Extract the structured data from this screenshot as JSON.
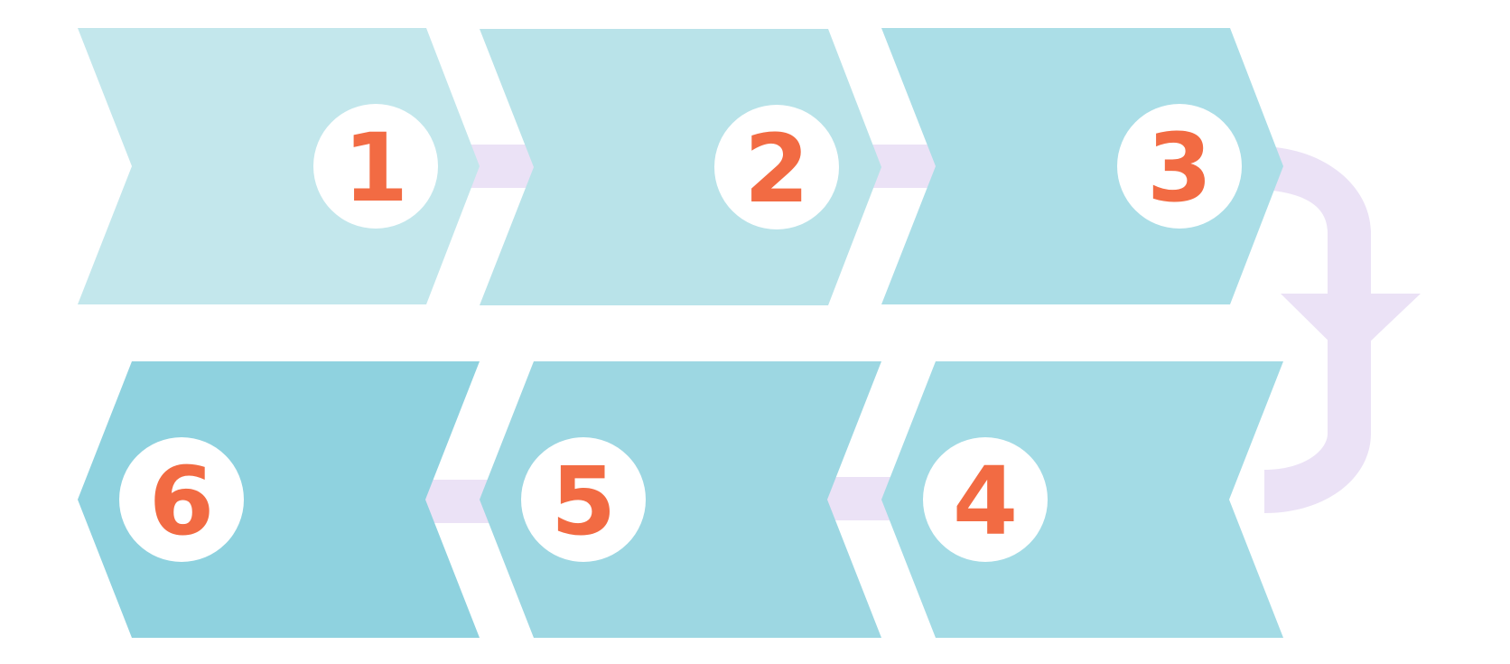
{
  "colors": {
    "background": "#ffffff",
    "connector": "#ebe2f6",
    "circle": "#ffffff",
    "number": "#f26b43"
  },
  "steps": [
    {
      "label": "1",
      "fill": "#c3e7ec"
    },
    {
      "label": "2",
      "fill": "#b9e3e9"
    },
    {
      "label": "3",
      "fill": "#abdee7"
    },
    {
      "label": "4",
      "fill": "#a3dbe5"
    },
    {
      "label": "5",
      "fill": "#9dd7e2"
    },
    {
      "label": "6",
      "fill": "#8fd2df"
    }
  ]
}
